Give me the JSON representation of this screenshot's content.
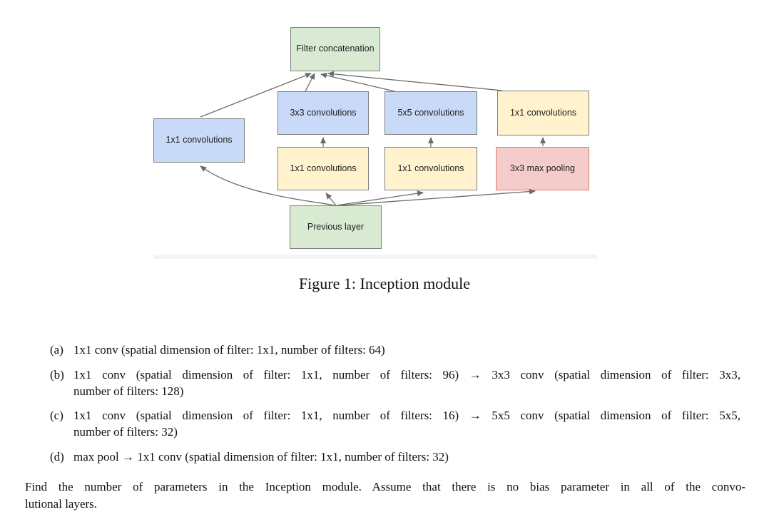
{
  "figure": {
    "caption": "Figure 1: Inception module",
    "colors": {
      "green_fill": "#d9ead3",
      "blue_fill": "#c9daf8",
      "yellow_fill": "#fff2cc",
      "red_fill": "#f4cccc",
      "red_border": "#dd7e6b",
      "gray_border": "#7f7f7f",
      "arrow": "#6b6b6b"
    },
    "nodes": {
      "filter_concat": {
        "label": "Filter concatenation"
      },
      "conv1x1_left": {
        "label": "1x1 convolutions"
      },
      "conv3x3": {
        "label": "3x3 convolutions"
      },
      "conv5x5": {
        "label": "5x5 convolutions"
      },
      "conv1x1_right": {
        "label": "1x1 convolutions"
      },
      "conv1x1_mid1": {
        "label": "1x1 convolutions"
      },
      "conv1x1_mid2": {
        "label": "1x1 convolutions"
      },
      "maxpool": {
        "label": "3x3 max pooling"
      },
      "previous_layer": {
        "label": "Previous layer"
      }
    }
  },
  "problem": {
    "items": [
      {
        "label": "(a)",
        "lines": [
          "1x1 conv (spatial dimension of filter: 1x1, number of filters: 64)"
        ]
      },
      {
        "label": "(b)",
        "lines": [
          "1x1 conv (spatial dimension of filter: 1x1, number of filters: 96) → 3x3 conv (spatial dimension of filter: 3x3,",
          "number of filters: 128)"
        ]
      },
      {
        "label": "(c)",
        "lines": [
          "1x1 conv (spatial dimension of filter: 1x1, number of filters: 16) → 5x5 conv (spatial dimension of filter: 5x5,",
          "number of filters: 32)"
        ]
      },
      {
        "label": "(d)",
        "lines": [
          "max pool → 1x1 conv (spatial dimension of filter: 1x1, number of filters: 32)"
        ]
      }
    ],
    "statement_lines": [
      "Find the number of parameters in the Inception module. Assume that there is no bias parameter in all of the convo-",
      "lutional layers."
    ]
  }
}
